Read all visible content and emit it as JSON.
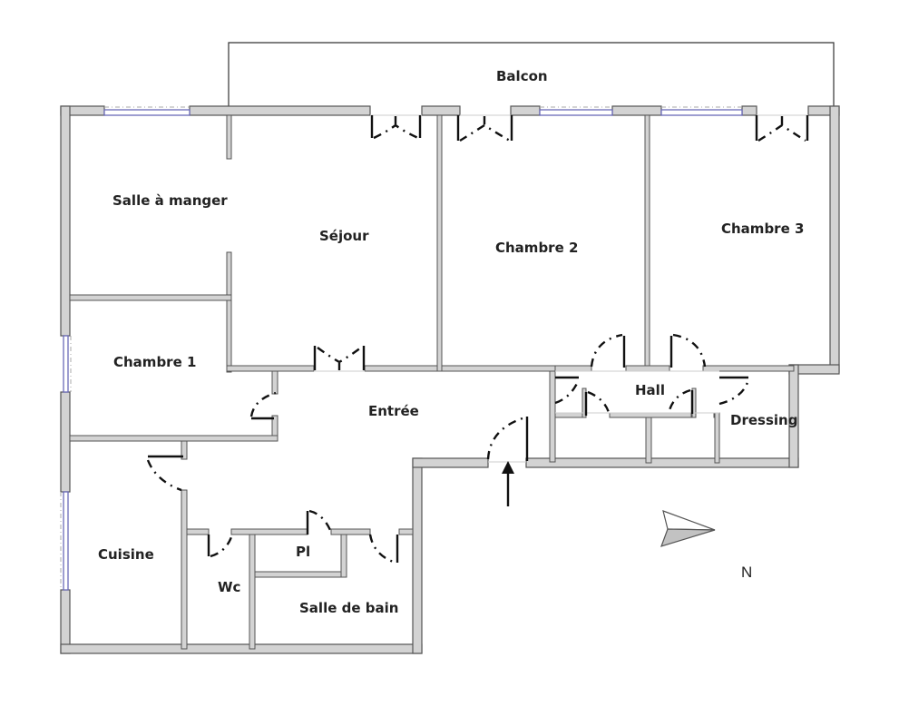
{
  "plan": {
    "title": "Floor plan",
    "rooms": {
      "balcon": "Balcon",
      "salle_a_manger": "Salle à manger",
      "sejour": "Séjour",
      "chambre_2": "Chambre 2",
      "chambre_3": "Chambre 3",
      "chambre_1": "Chambre 1",
      "entree": "Entrée",
      "hall": "Hall",
      "dressing": "Dressing",
      "cuisine": "Cuisine",
      "wc": "Wc",
      "placard": "Pl",
      "salle_de_bain": "Salle de bain"
    },
    "compass": {
      "label": "N",
      "icon": "north-arrow-icon"
    },
    "entrance_arrow": {
      "icon": "entrance-arrow-icon"
    }
  },
  "colors": {
    "wall_fill": "#d3d3d3",
    "wall_stroke": "#555555",
    "window": "#6a6ab8",
    "text": "#222222"
  }
}
